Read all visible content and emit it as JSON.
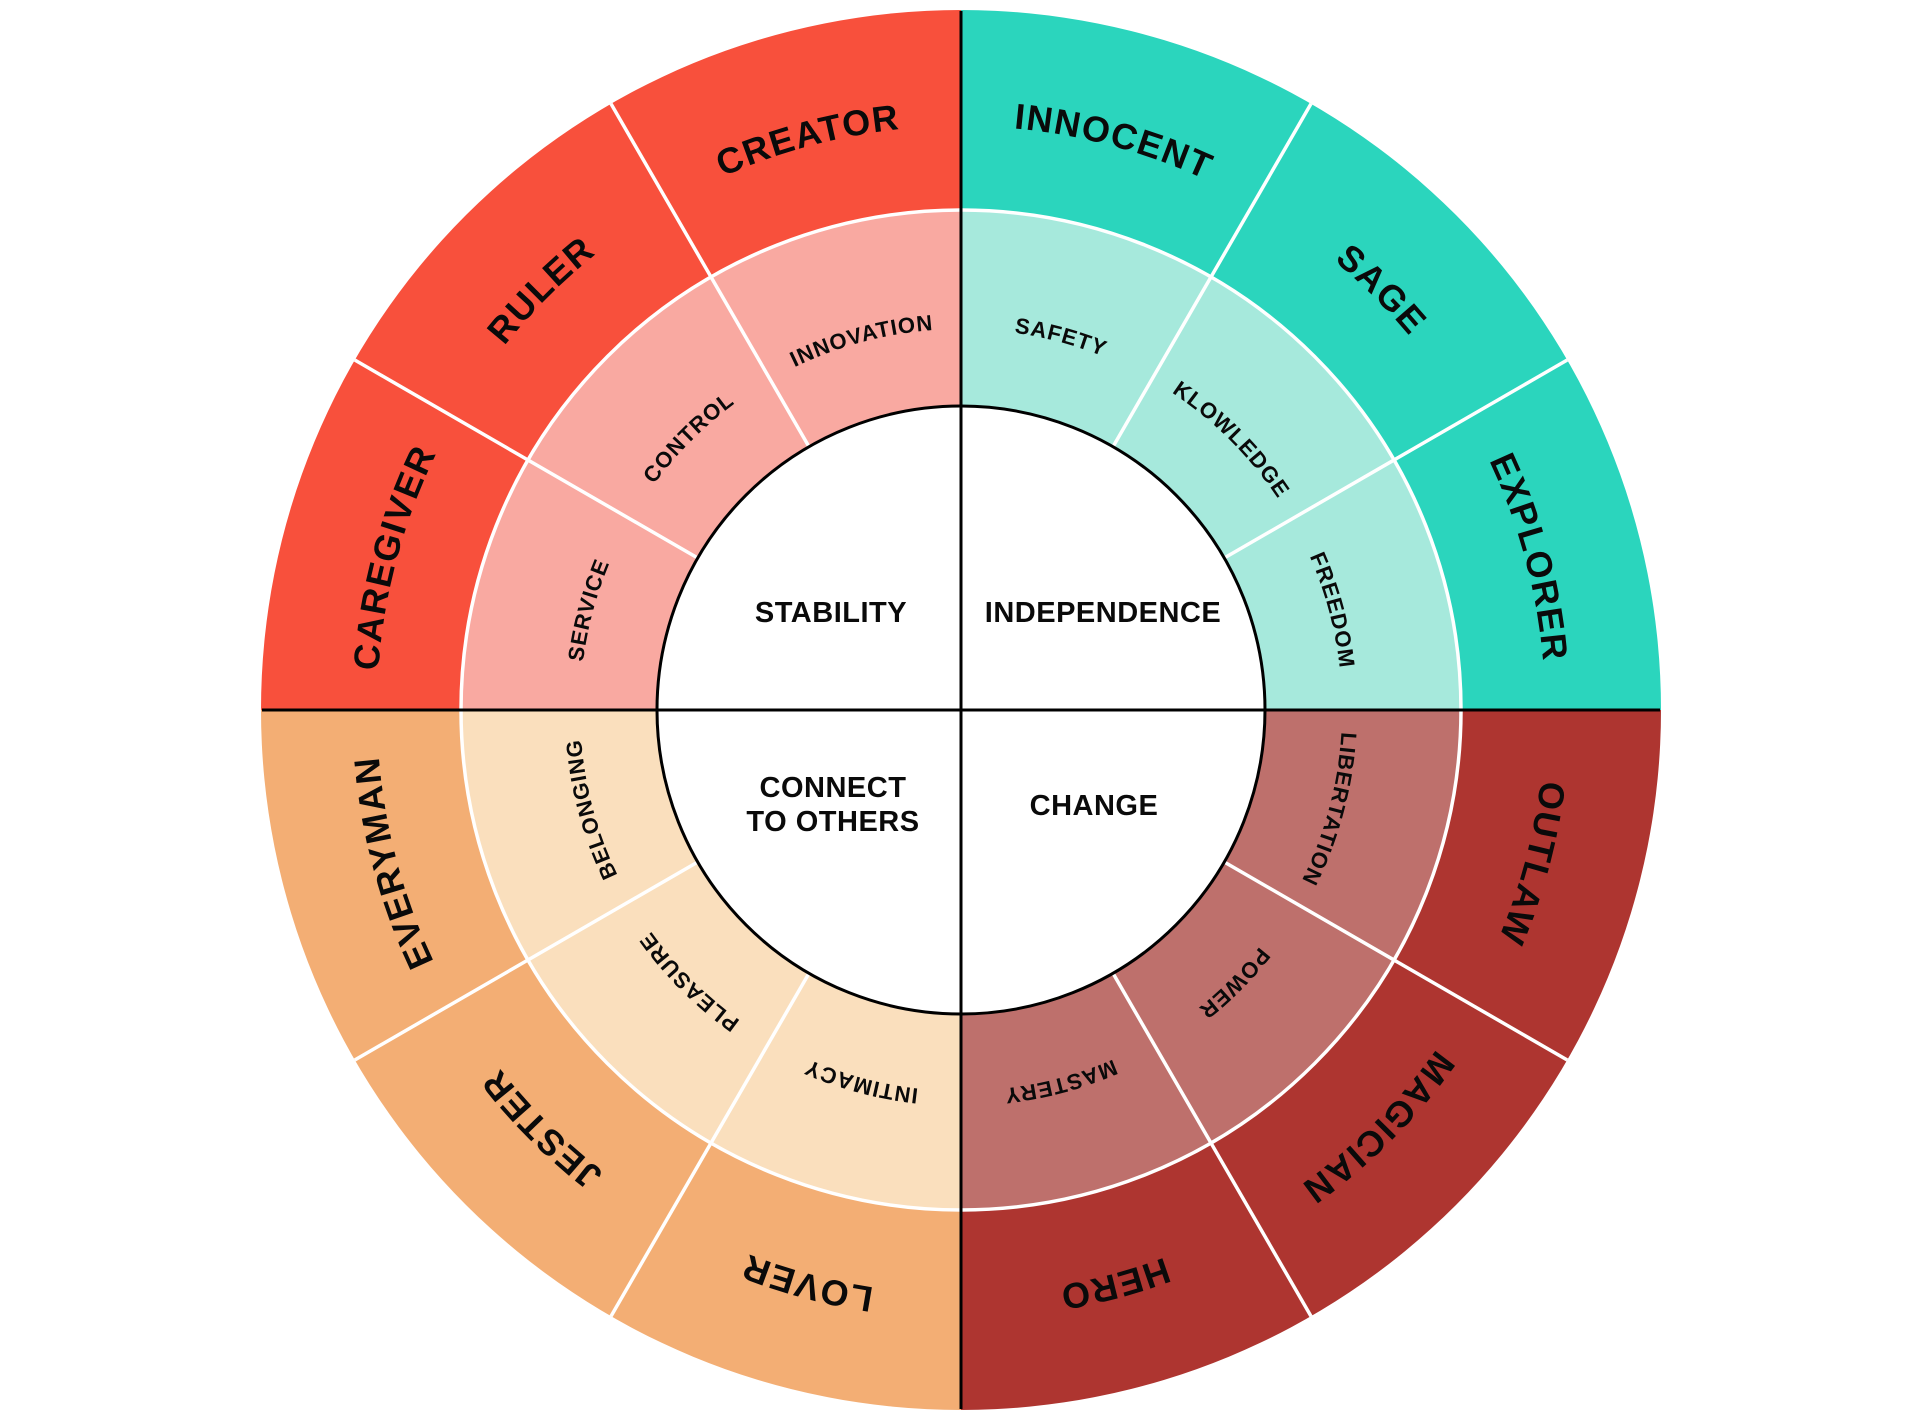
{
  "wheel": {
    "background": "#ffffff",
    "axis_color": "#000000",
    "divider_color": "#ffffff",
    "inner_circle_stroke": "#000000",
    "label_color": "#0a0a0a",
    "quadrants": [
      {
        "id": "independence",
        "position": "top-right",
        "center_label_lines": [
          "INDEPENDENCE"
        ],
        "outer_color": "#2bd5bd",
        "inner_color": "#a6e9dc",
        "archetypes": [
          "INNOCENT",
          "SAGE",
          "EXPLORER"
        ],
        "values": [
          "SAFETY",
          "KLOWLEDGE",
          "FREEDOM"
        ]
      },
      {
        "id": "change",
        "position": "bottom-right",
        "center_label_lines": [
          "CHANGE"
        ],
        "outer_color": "#ae3530",
        "inner_color": "#be706c",
        "archetypes": [
          "OUTLAW",
          "MAGICIAN",
          "HERO"
        ],
        "values": [
          "LIBERTATION",
          "POWER",
          "MASTERY"
        ]
      },
      {
        "id": "connect-to-others",
        "position": "bottom-left",
        "center_label_lines": [
          "CONNECT",
          "TO OTHERS"
        ],
        "outer_color": "#f3ae74",
        "inner_color": "#fadfbd",
        "archetypes": [
          "LOVER",
          "JESTER",
          "EVERYMAN"
        ],
        "values": [
          "INTIMACY",
          "PLEASURE",
          "BELONGING"
        ]
      },
      {
        "id": "stability",
        "position": "top-left",
        "center_label_lines": [
          "STABILITY"
        ],
        "outer_color": "#f8503c",
        "inner_color": "#f9a9a1",
        "archetypes": [
          "CAREGIVER",
          "RULER",
          "CREATOR"
        ],
        "values": [
          "SERVICE",
          "CONTROL",
          "INNOVATION"
        ]
      }
    ]
  }
}
